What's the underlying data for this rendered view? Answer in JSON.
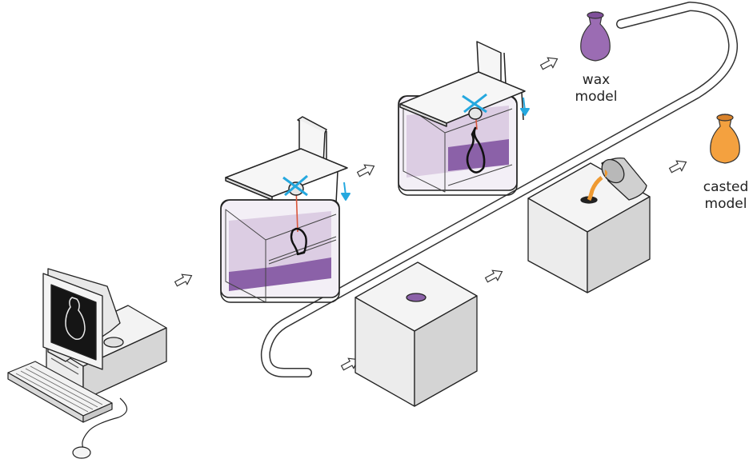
{
  "labels": {
    "wax_line1": "wax",
    "wax_line2": "model",
    "casted_line1": "casted",
    "casted_line2": "model"
  },
  "colors": {
    "resin_light": "#dccde3",
    "resin_dark": "#8b61a8",
    "wax_model": "#9b6cb3",
    "casted_model": "#f4a13f",
    "metal_pour": "#ef9a32",
    "laser_cross": "#25a8df",
    "laser_beam": "#d9563a",
    "box_top": "#f4f4f4",
    "box_front": "#ececec",
    "box_side": "#d4d4d4",
    "screen": "#151515",
    "outline": "#222222"
  },
  "icons": [
    "computer-icon",
    "keyboard-icon",
    "mouse-icon",
    "flow-arrow-icon",
    "resin-tank-icon",
    "wax-model-icon",
    "casted-model-icon",
    "mold-box-icon",
    "pour-bucket-icon"
  ]
}
